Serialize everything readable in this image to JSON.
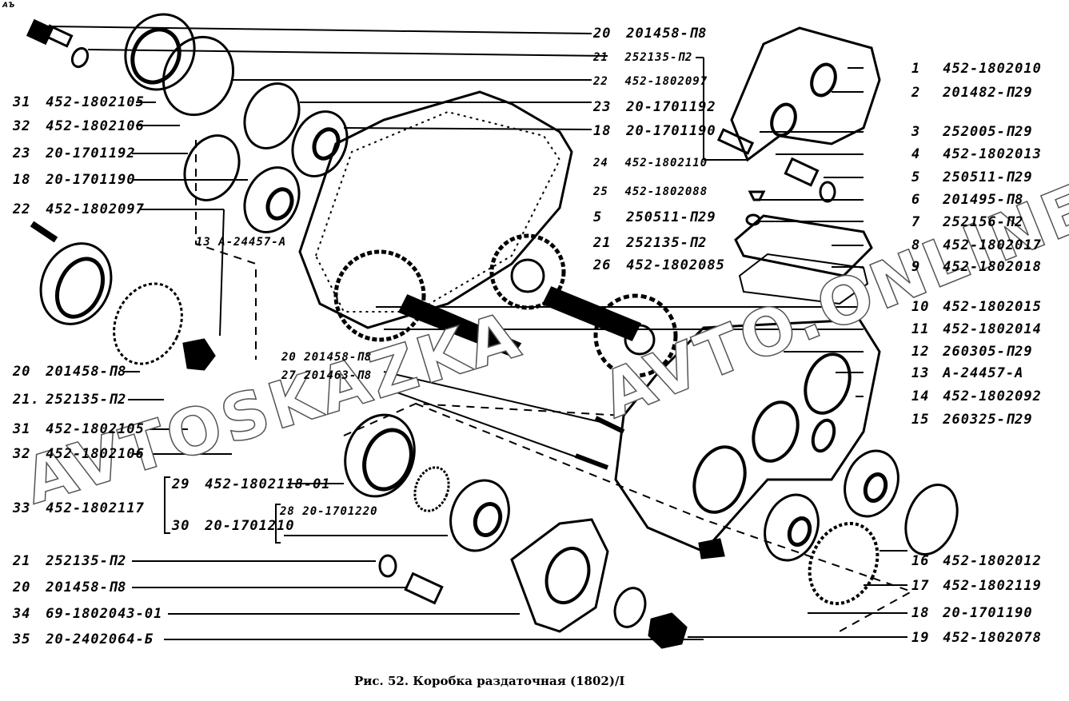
{
  "corner_mark": "АЪ",
  "caption": "Рис. 52. Коробка раздаточная (1802)/I",
  "watermark": "AVTOSKAZKAAVTO.ONLINE",
  "watermark_parts": [
    "AVTOSKAZKA",
    "AVTO.ONLINE"
  ],
  "labels_left": [
    {
      "num": "31",
      "part": "452-1802105"
    },
    {
      "num": "32",
      "part": "452-1802106"
    },
    {
      "num": "23",
      "part": "20-1701192"
    },
    {
      "num": "18",
      "part": "20-1701190"
    },
    {
      "num": "22",
      "part": "452-1802097"
    },
    {
      "num": "20",
      "part": "201458-П8"
    },
    {
      "num": "21.",
      "part": "252135-П2"
    },
    {
      "num": "31",
      "part": "452-1802105"
    },
    {
      "num": "32",
      "part": "452-1802106"
    }
  ],
  "label_assembly": {
    "num": "33",
    "part": "452-1802117",
    "children": [
      {
        "num": "29",
        "part": "452-1802118-01"
      },
      {
        "num": "30",
        "part": "20-1701210",
        "children": [
          {
            "num": "28",
            "part": "20-1701220"
          }
        ]
      }
    ]
  },
  "labels_bottom_left": [
    {
      "num": "21",
      "part": "252135-П2"
    },
    {
      "num": "20",
      "part": "201458-П8"
    },
    {
      "num": "34",
      "part": "69-1802043-01"
    },
    {
      "num": "35",
      "part": "20-2402064-Б"
    }
  ],
  "labels_center_top": [
    {
      "num": "20",
      "part": "201458-П8"
    },
    {
      "num": "21",
      "part": "252135-П2"
    },
    {
      "num": "22",
      "part": "452-1802097"
    },
    {
      "num": "23",
      "part": "20-1701192"
    },
    {
      "num": "18",
      "part": "20-1701190"
    },
    {
      "num": "24",
      "part": "452-1802110"
    },
    {
      "num": "25",
      "part": "452-1802088"
    },
    {
      "num": "5",
      "part": "250511-П29"
    },
    {
      "num": "21",
      "part": "252135-П2"
    },
    {
      "num": "26",
      "part": "452-1802085"
    }
  ],
  "label_13_inner": {
    "num": "13",
    "part": "А-24457-А"
  },
  "labels_middle": [
    {
      "num": "20",
      "part": "201458-П8"
    },
    {
      "num": "27",
      "part": "201463-П8"
    }
  ],
  "labels_right": [
    {
      "num": "1",
      "part": "452-1802010"
    },
    {
      "num": "2",
      "part": "201482-П29"
    },
    {
      "num": "3",
      "part": "252005-П29"
    },
    {
      "num": "4",
      "part": "452-1802013"
    },
    {
      "num": "5",
      "part": "250511-П29"
    },
    {
      "num": "6",
      "part": "201495-П8"
    },
    {
      "num": "7",
      "part": "252156-П2"
    },
    {
      "num": "8",
      "part": "452-1802017"
    },
    {
      "num": "9",
      "part": "452-1802018"
    },
    {
      "num": "10",
      "part": "452-1802015"
    },
    {
      "num": "11",
      "part": "452-1802014"
    },
    {
      "num": "12",
      "part": "260305-П29"
    },
    {
      "num": "13",
      "part": "А-24457-А"
    },
    {
      "num": "14",
      "part": "452-1802092"
    },
    {
      "num": "15",
      "part": "260325-П29"
    },
    {
      "num": "16",
      "part": "452-1802012"
    },
    {
      "num": "17",
      "part": "452-1802119"
    },
    {
      "num": "18",
      "part": "20-1701190"
    },
    {
      "num": "19",
      "part": "452-1802078"
    }
  ]
}
